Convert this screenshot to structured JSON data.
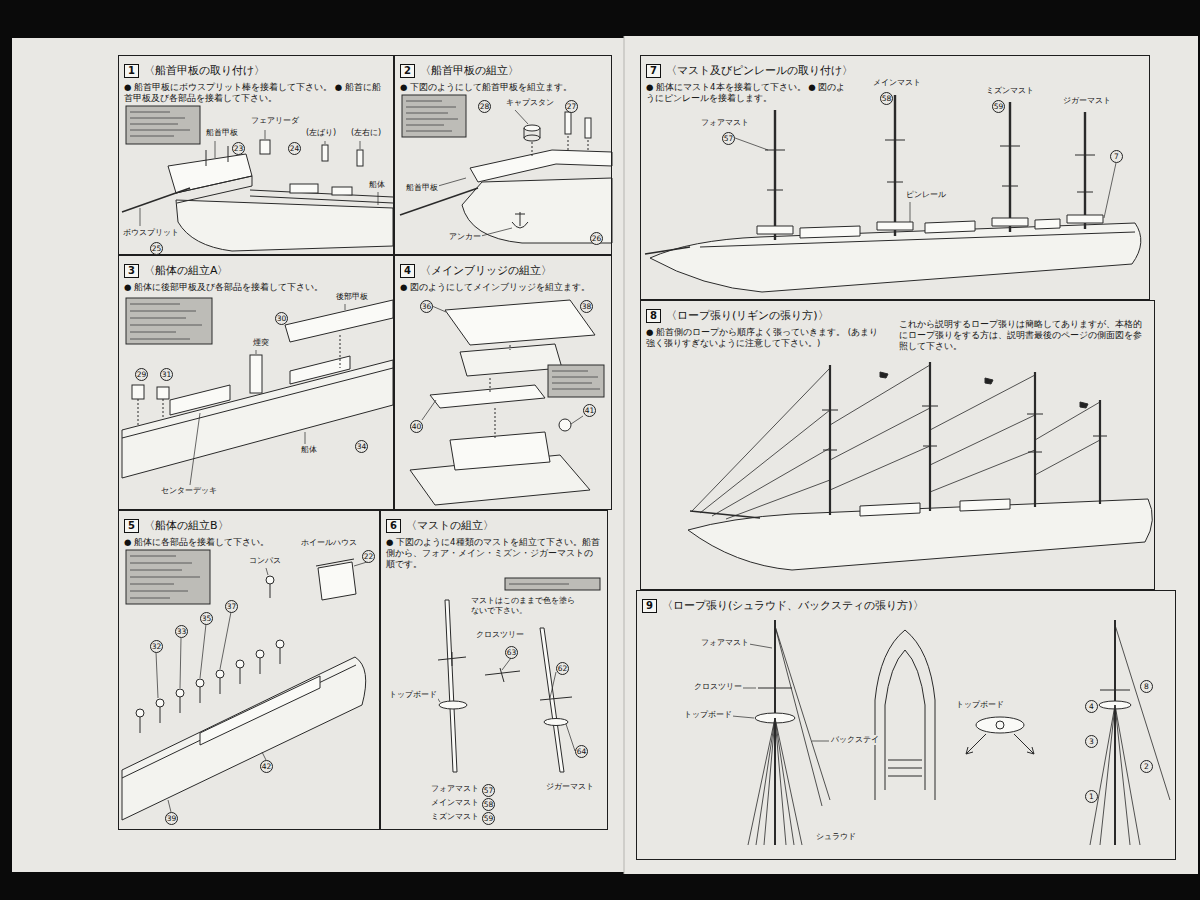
{
  "diagram": {
    "nodes": [
      {
        "text": [
          "1",
          "〈船首甲板の取り付け〉",
          "● 船首甲板にボウスプリット棒を接着して下さい。 ● 船首に船首甲板及び各部品を接着して下さい。"
        ]
      },
      {
        "text": [
          "2",
          "〈船首甲板の組立〉",
          "● 下図のようにして船首甲板を組立ます。"
        ]
      },
      {
        "text": [
          "3",
          "〈船体の組立A〉",
          "● 船体に後部甲板及び各部品を接着して下さい。"
        ]
      },
      {
        "text": [
          "4",
          "〈メインブリッジの組立〉",
          "● 図のようにしてメインブリッジを組立ます。"
        ]
      },
      {
        "text": [
          "5",
          "〈船体の組立B〉",
          "● 船体に各部品を接着して下さい。"
        ]
      },
      {
        "text": [
          "6",
          "〈マストの組立〉",
          "● 下図のように4種類のマストを組立て下さい。船首側から、フォア・メイン・ミズン・ジガーマストの順です。"
        ]
      },
      {
        "text": [
          "7",
          "〈マスト及びピンレールの取り付け〉",
          "● 船体にマスト4本を接着して下さい。 ● 図のようにピンレールを接着します。"
        ]
      },
      {
        "text": [
          "8",
          "〈ロープ張り(リギンの張り方)〉",
          "● 船首側のロープから順序よく張っていきます。 (あまり強く張りすぎないように注意して下さい。)",
          "これから説明するロープ張りは簡略してありますが、本格的にロープ張りをする方は、説明書最後のページの側面図を参照して下さい。"
        ]
      },
      {
        "text": [
          "9",
          "〈ロープ張り(シュラウド、バックスティの張り方)〉"
        ]
      }
    ],
    "labels": [
      "船首甲板",
      "フェアリーダ",
      "(左ばり)",
      "(左右に)",
      "船体",
      "ボウスプリット",
      "25",
      "23",
      "24",
      "キャプスタン",
      "船首甲板",
      "アンカー",
      "28",
      "27",
      "26",
      "後部甲板",
      "煙突",
      "船体",
      "センターデッキ",
      "29",
      "31",
      "30",
      "34",
      "36",
      "38",
      "40",
      "41",
      "ホイールハウス",
      "22",
      "コンパス",
      "32",
      "33",
      "35",
      "37",
      "39",
      "42",
      "マストはこのままで色を塗らないで下さい。",
      "トップボード",
      "クロスツリー",
      "63",
      "62",
      "64",
      "ジガーマスト",
      "フォアマスト",
      "57",
      "メインマスト",
      "58",
      "ミズンマスト",
      "59",
      "フォアマスト",
      "57",
      "メインマスト",
      "58",
      "ミズンマスト",
      "59",
      "ジガーマスト",
      "ピンレール",
      "7",
      "フォアマスト",
      "クロスツリー",
      "トップボード",
      "バックステイ",
      "シュラウド",
      "トップボード",
      "8",
      "4",
      "3",
      "2",
      "1"
    ]
  }
}
